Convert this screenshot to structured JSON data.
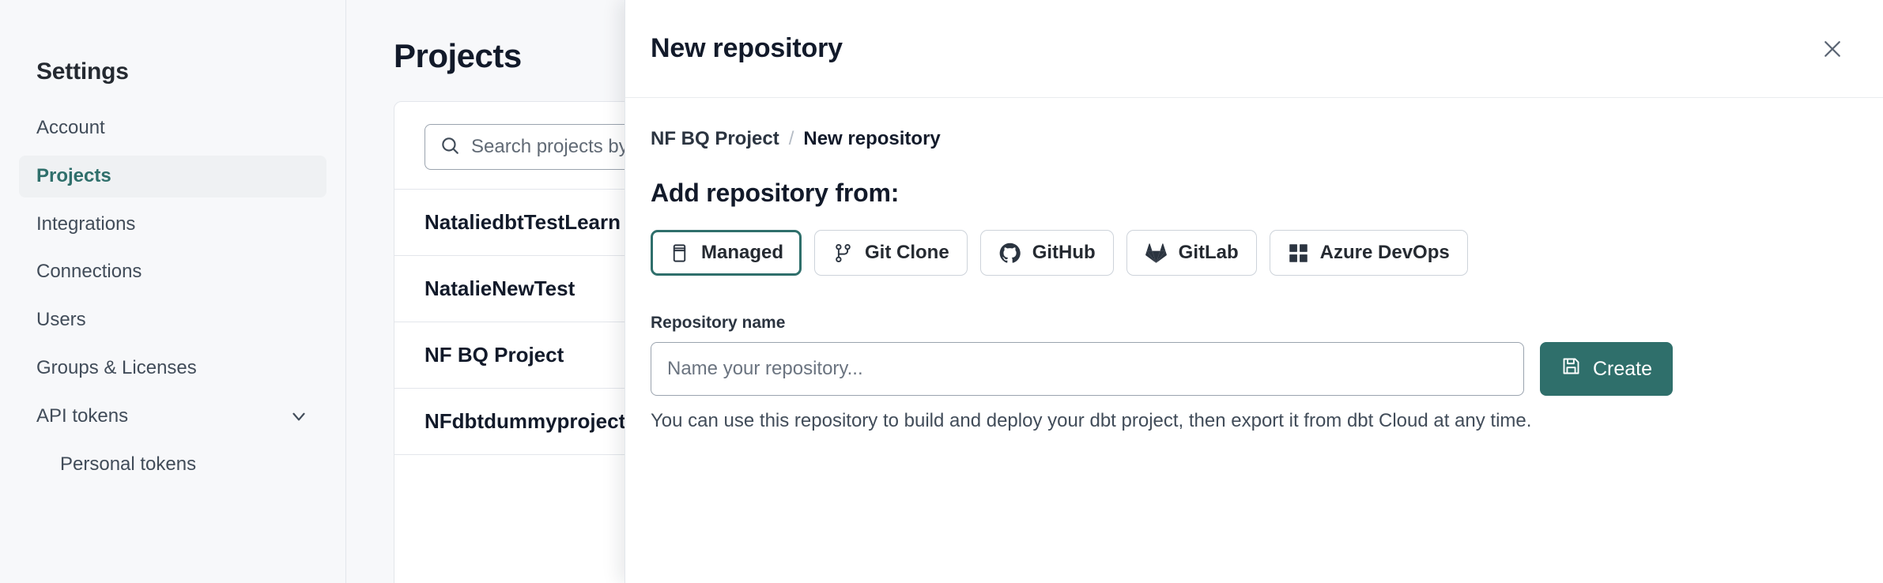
{
  "sidebar": {
    "title": "Settings",
    "items": [
      {
        "label": "Account",
        "active": false,
        "sub": false,
        "chevron": false
      },
      {
        "label": "Projects",
        "active": true,
        "sub": false,
        "chevron": false
      },
      {
        "label": "Integrations",
        "active": false,
        "sub": false,
        "chevron": false
      },
      {
        "label": "Connections",
        "active": false,
        "sub": false,
        "chevron": false
      },
      {
        "label": "Users",
        "active": false,
        "sub": false,
        "chevron": false
      },
      {
        "label": "Groups & Licenses",
        "active": false,
        "sub": false,
        "chevron": false
      },
      {
        "label": "API tokens",
        "active": false,
        "sub": false,
        "chevron": true
      },
      {
        "label": "Personal tokens",
        "active": false,
        "sub": true,
        "chevron": false
      }
    ]
  },
  "main": {
    "page_title": "Projects",
    "search": {
      "placeholder": "Search projects by name...",
      "value": "",
      "icon": "search-icon"
    },
    "projects": [
      "NataliedbtTestLearn T",
      "NatalieNewTest",
      "NF BQ Project",
      "NFdbtdummyproject"
    ]
  },
  "modal": {
    "title": "New repository",
    "close_icon": "close-icon",
    "breadcrumb": {
      "parent": "NF BQ Project",
      "separator": "/",
      "current": "New repository"
    },
    "section_title": "Add repository from:",
    "sources": [
      {
        "label": "Managed",
        "icon": "database-icon",
        "selected": true
      },
      {
        "label": "Git Clone",
        "icon": "git-branch-icon",
        "selected": false
      },
      {
        "label": "GitHub",
        "icon": "github-icon",
        "selected": false
      },
      {
        "label": "GitLab",
        "icon": "gitlab-icon",
        "selected": false
      },
      {
        "label": "Azure DevOps",
        "icon": "azure-devops-icon",
        "selected": false
      }
    ],
    "repo_name": {
      "label": "Repository name",
      "placeholder": "Name your repository...",
      "value": ""
    },
    "create_button": {
      "label": "Create",
      "icon": "save-icon"
    },
    "help_text": "You can use this repository to build and deploy your dbt project, then export it from dbt Cloud at any time."
  },
  "colors": {
    "accent": "#2f6f6b",
    "sidebar_bg": "#f7f8fa",
    "text": "#252a31",
    "border": "#e3e6eb"
  }
}
